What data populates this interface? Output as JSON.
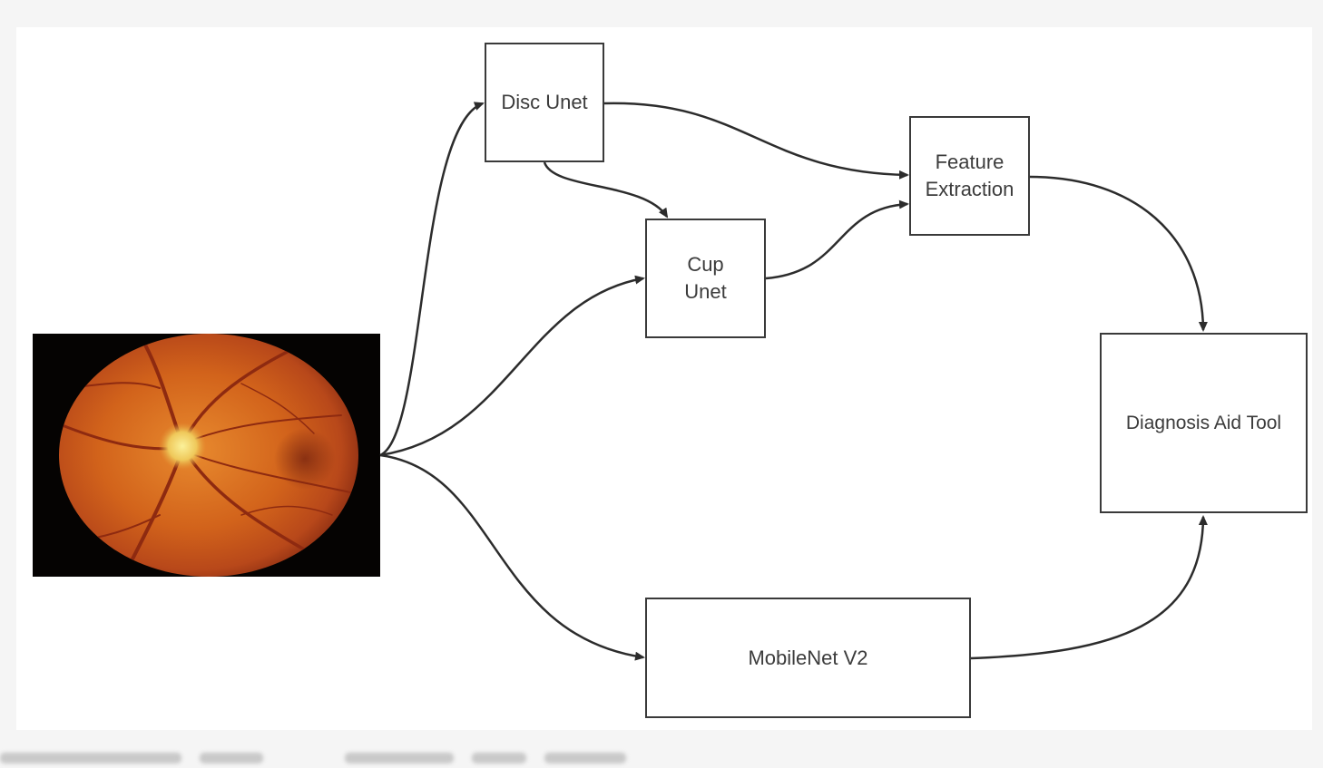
{
  "diagram": {
    "input_image": {
      "kind": "retinal fundus photograph"
    },
    "nodes": {
      "disc_unet": "Disc Unet",
      "cup_unet": "Cup\nUnet",
      "feature_extraction": "Feature\nExtraction",
      "diagnosis_aid_tool": "Diagnosis Aid Tool",
      "mobilenet_v2": "MobileNet V2"
    },
    "edges": [
      {
        "from": "input_image",
        "to": "disc_unet"
      },
      {
        "from": "input_image",
        "to": "cup_unet"
      },
      {
        "from": "input_image",
        "to": "mobilenet_v2"
      },
      {
        "from": "disc_unet",
        "to": "cup_unet"
      },
      {
        "from": "disc_unet",
        "to": "feature_extraction"
      },
      {
        "from": "cup_unet",
        "to": "feature_extraction"
      },
      {
        "from": "feature_extraction",
        "to": "diagnosis_aid_tool"
      },
      {
        "from": "mobilenet_v2",
        "to": "diagnosis_aid_tool"
      }
    ],
    "colors": {
      "box_border": "#3a3a3a",
      "text": "#3c3c3c",
      "arrow": "#2c2c2c",
      "retina_orange": "#d96a1e",
      "optic_disc": "#f4e06a"
    }
  }
}
